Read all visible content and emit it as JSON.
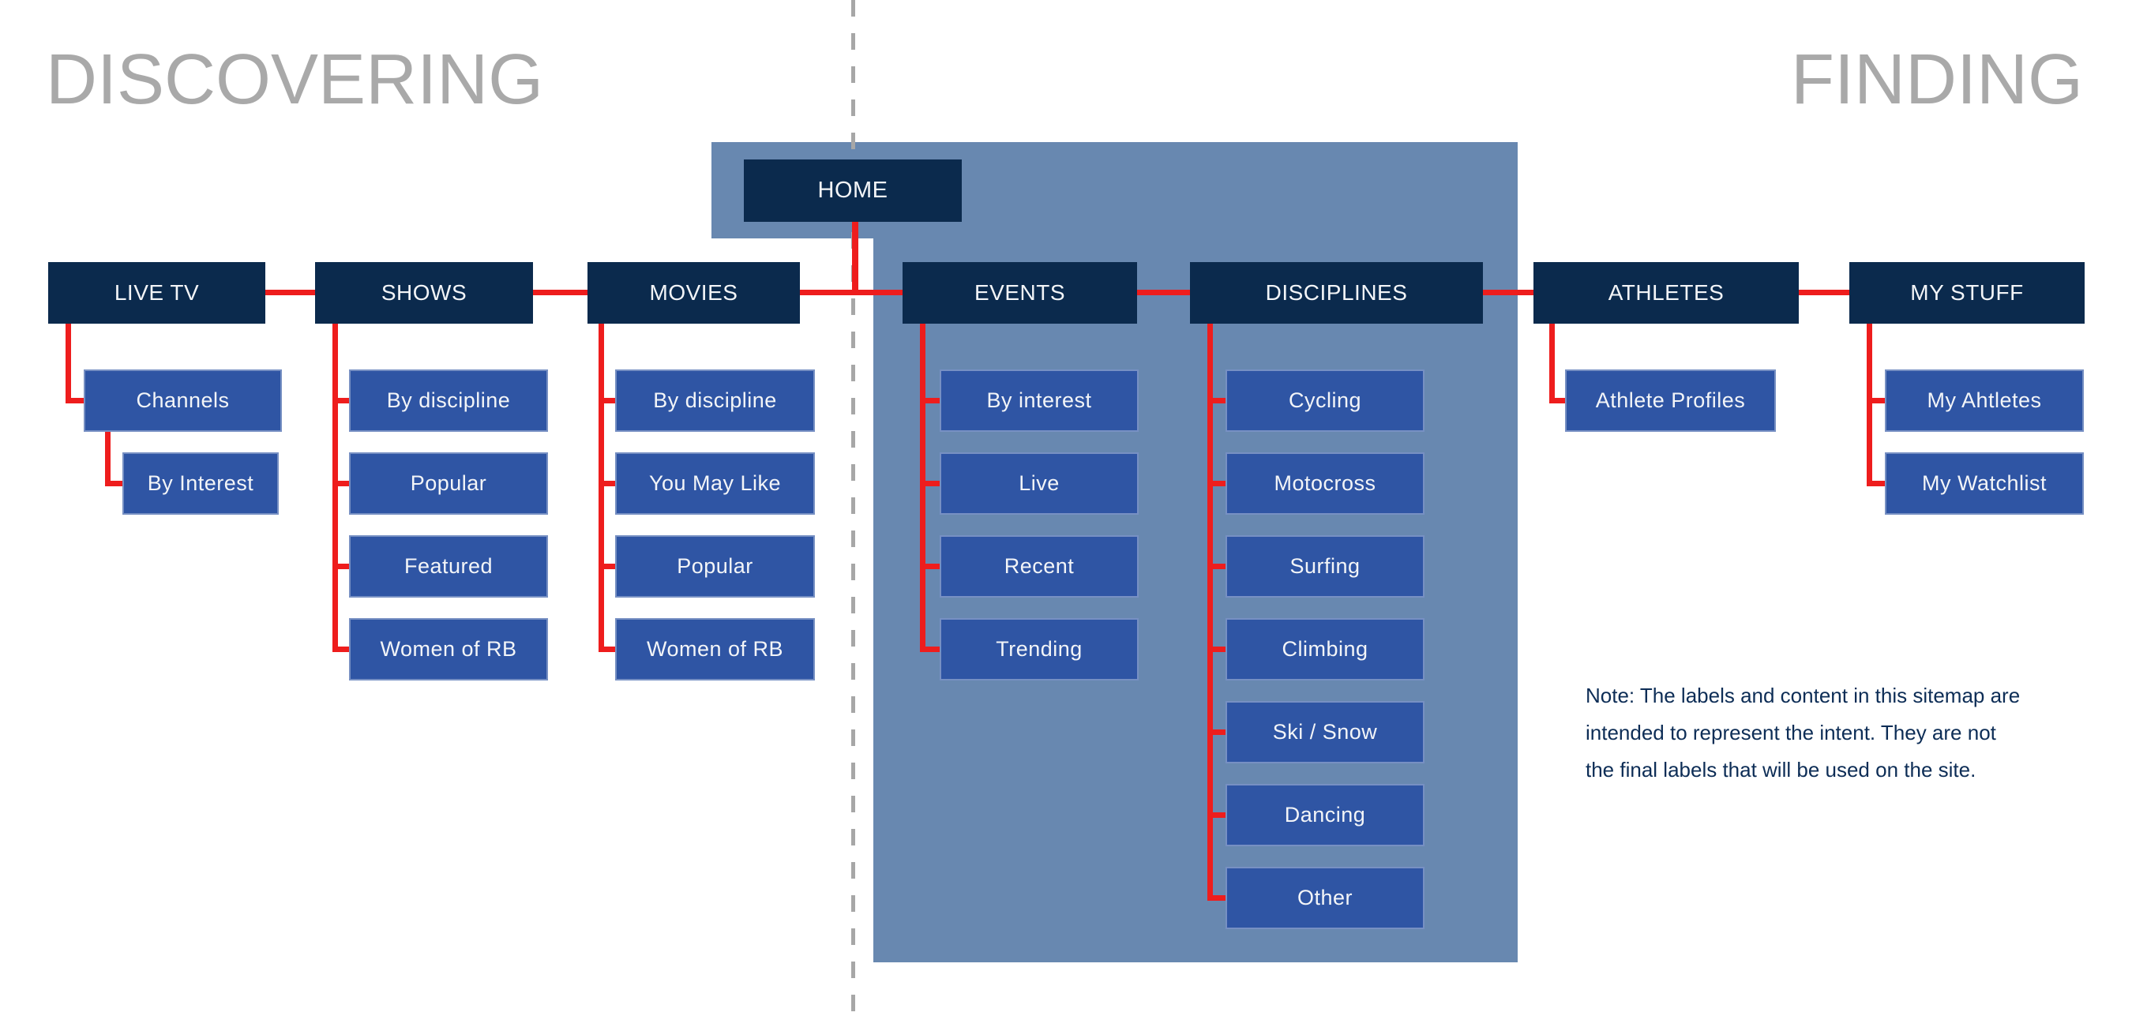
{
  "titles": {
    "left": "DISCOVERING",
    "right": "FINDING"
  },
  "home": {
    "label": "HOME"
  },
  "columns": [
    {
      "label": "LIVE TV",
      "children": [
        "Channels",
        "By Interest"
      ]
    },
    {
      "label": "SHOWS",
      "children": [
        "By discipline",
        "Popular",
        "Featured",
        "Women of RB"
      ]
    },
    {
      "label": "MOVIES",
      "children": [
        "By discipline",
        "You May Like",
        "Popular",
        "Women of RB"
      ]
    },
    {
      "label": "EVENTS",
      "children": [
        "By interest",
        "Live",
        "Recent",
        "Trending"
      ]
    },
    {
      "label": "DISCIPLINES",
      "children": [
        "Cycling",
        "Motocross",
        "Surfing",
        "Climbing",
        "Ski / Snow",
        "Dancing",
        "Other"
      ]
    },
    {
      "label": "ATHLETES",
      "children": [
        "Athlete Profiles"
      ]
    },
    {
      "label": "MY STUFF",
      "children": [
        "My Ahtletes",
        "My Watchlist"
      ]
    }
  ],
  "note": {
    "lines": [
      "Note: The labels and content in this sitemap are",
      "intended to represent the intent. They are not",
      "the final labels that will be used on the site."
    ]
  },
  "colors": {
    "category_box": "#0b2a4d",
    "child_box": "#2f55a4",
    "panel": "#6888b0",
    "connector_red": "#ee1d1d",
    "title_gray": "#a9a9a9",
    "dash_gray": "#a7a7a7",
    "note_text": "#0d2d56",
    "box_text": "#f3f5f8"
  }
}
